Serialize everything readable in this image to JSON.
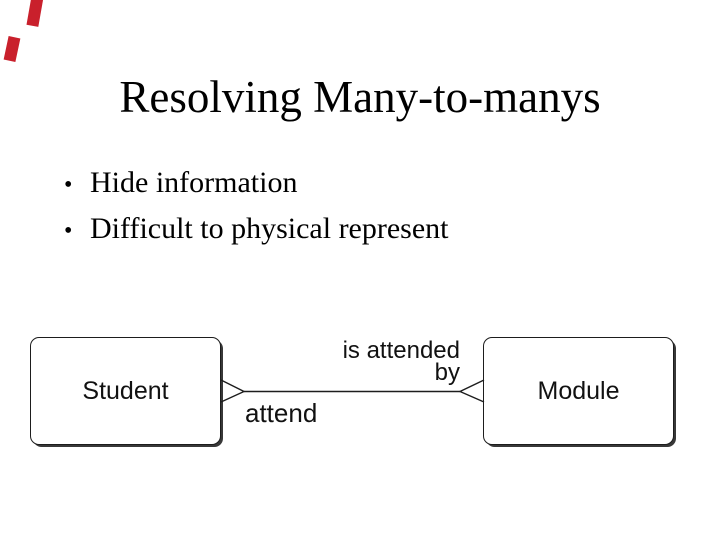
{
  "slide": {
    "title": "Resolving Many-to-manys",
    "bullet_char": "•",
    "bullets": [
      "Hide information",
      "Difficult to physical represent"
    ]
  },
  "diagram": {
    "type": "entity-relationship",
    "notation": "crows-foot",
    "entities": [
      {
        "name": "Student"
      },
      {
        "name": "Module"
      }
    ],
    "relationship": {
      "left_label": "attend",
      "right_label_line1": "is attended",
      "right_label_line2": "by",
      "cardinality": "many-to-many",
      "left_end": "crow-foot-many",
      "right_end": "crow-foot-many"
    }
  },
  "colors": {
    "background": "#ffffff",
    "text": "#000000",
    "line": "#1d1d1d",
    "shadow": "#383838",
    "red_mark_accent": "#c9202c"
  }
}
